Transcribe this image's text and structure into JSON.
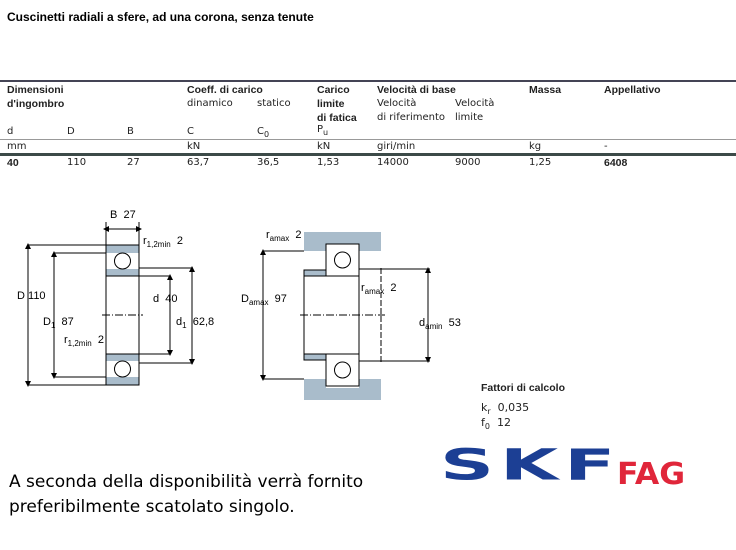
{
  "title": "Cuscinetti radiali a sfere, ad una corona, senza tenute",
  "table": {
    "dimensioni": "Dimensioni",
    "ingombro": "d'ingombro",
    "coeff": "Coeff. di carico",
    "dinamico": "dinamico",
    "statico": "statico",
    "carico": "Carico",
    "limite": "limite",
    "fatica": "di fatica",
    "velocita": "Velocità di base",
    "vel_rif_1": "Velocità",
    "vel_rif_2": "di riferimento",
    "vel_lim_1": "Velocità",
    "vel_lim_2": "limite",
    "massa": "Massa",
    "appellativo": "Appellativo",
    "symbols": {
      "d": "d",
      "D": "D",
      "B": "B",
      "C": "C",
      "C0": "C",
      "C0_sub": "0",
      "Pu": "P",
      "Pu_sub": "u"
    },
    "units": {
      "mm": "mm",
      "kN1": "kN",
      "kN2": "kN",
      "giri": "giri/min",
      "kg": "kg",
      "dash": "-"
    },
    "row": {
      "d": "40",
      "D": "110",
      "B": "27",
      "C": "63,7",
      "C0": "36,5",
      "Pu": "1,53",
      "vel_rif": "14000",
      "vel_lim": "9000",
      "massa": "1,25",
      "appellativo": "6408"
    }
  },
  "drawing": {
    "B": "B",
    "B_val": "27",
    "r": "r",
    "r_sub": "1,2min",
    "r_val": "2",
    "D": "D",
    "D_val": "110",
    "d": "d",
    "d_val": "40",
    "D1": "D",
    "D1_sub": "1",
    "D1_val": "87",
    "d1": "d",
    "d1_sub": "1",
    "d1_val": "62,8",
    "ra": "r",
    "ra_sub": "amax",
    "ra_val": "2",
    "Da": "D",
    "Da_sub": "amax",
    "Da_val": "97",
    "da": "d",
    "da_sub": "amin",
    "da_val": "53"
  },
  "fattori": {
    "title": "Fattori di calcolo",
    "kr": "k",
    "kr_sub": "r",
    "kr_val": "0,035",
    "f0": "f",
    "f0_sub": "0",
    "f0_val": "12"
  },
  "footer": {
    "line1": "A seconda della disponibilità verrà fornito",
    "line2": "preferibilmente scatolato singolo."
  },
  "logos": {
    "skf": "SKF",
    "fag": "FAG",
    "skf_color": "#1c3f94",
    "fag_color": "#e0263a"
  }
}
